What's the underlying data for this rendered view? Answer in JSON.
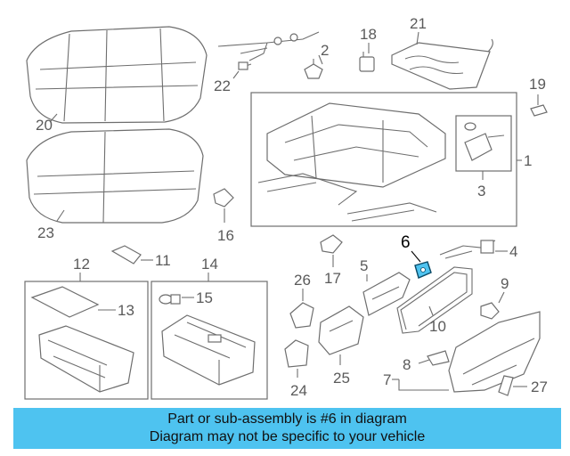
{
  "callouts": {
    "n1": "1",
    "n2": "2",
    "n3": "3",
    "n4": "4",
    "n5": "5",
    "n6": "6",
    "n7": "7",
    "n8": "8",
    "n9": "9",
    "n10": "10",
    "n11": "11",
    "n12": "12",
    "n13": "13",
    "n14": "14",
    "n15": "15",
    "n16": "16",
    "n17": "17",
    "n18": "18",
    "n19": "19",
    "n20": "20",
    "n21": "21",
    "n22": "22",
    "n23": "23",
    "n24": "24",
    "n25": "25",
    "n26": "26",
    "n27": "27"
  },
  "highlight_color": "#4ec3f0",
  "banner": {
    "line1": "Part or sub-assembly is #6 in diagram",
    "line2": "Diagram may not be specific to your vehicle"
  }
}
